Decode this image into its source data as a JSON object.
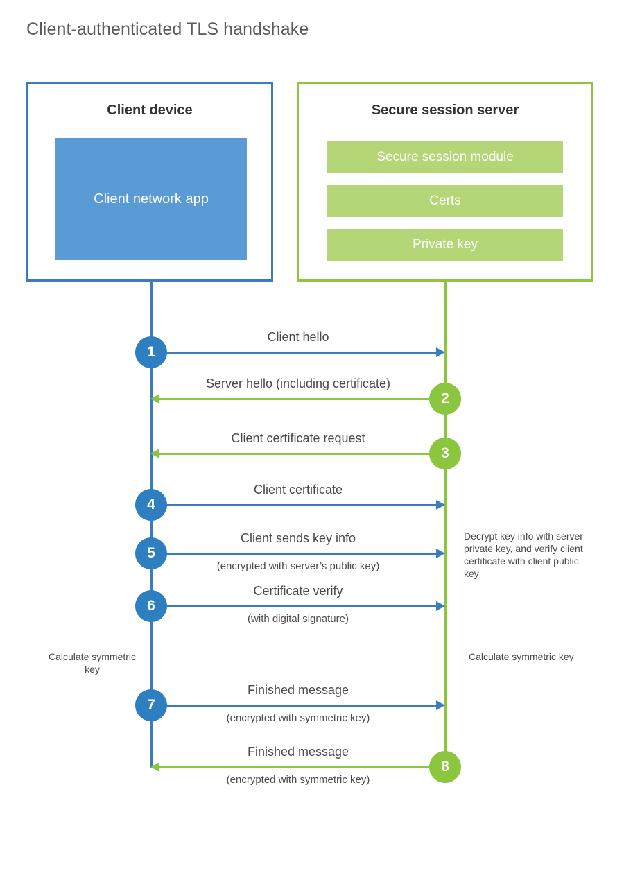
{
  "page": {
    "title": "Client-authenticated TLS handshake",
    "colors": {
      "client_border": "#3a7cbe",
      "client_fill": "#5b9bd5",
      "client_circle": "#2e7fc0",
      "server_border": "#8cc63e",
      "server_fill": "#b5d677",
      "server_circle": "#8cc63e",
      "text": "#4a4a4a"
    }
  },
  "client": {
    "title": "Client device",
    "app_label": "Client network app"
  },
  "server": {
    "title": "Secure session server",
    "bars": [
      {
        "label": "Secure session module"
      },
      {
        "label": "Certs"
      },
      {
        "label": "Private key"
      }
    ]
  },
  "messages": [
    {
      "number": "1",
      "label": "Client hello",
      "sublabel": "",
      "direction": "right",
      "side": "client"
    },
    {
      "number": "2",
      "label": "Server hello (including certificate)",
      "sublabel": "",
      "direction": "left",
      "side": "server"
    },
    {
      "number": "3",
      "label": "Client certificate request",
      "sublabel": "",
      "direction": "left",
      "side": "server"
    },
    {
      "number": "4",
      "label": "Client certificate",
      "sublabel": "",
      "direction": "right",
      "side": "client"
    },
    {
      "number": "5",
      "label": "Client sends key info",
      "sublabel": "(encrypted with server’s public key)",
      "direction": "right",
      "side": "client"
    },
    {
      "number": "6",
      "label": "Certificate verify",
      "sublabel": "(with digital signature)",
      "direction": "right",
      "side": "client"
    },
    {
      "number": "7",
      "label": "Finished message",
      "sublabel": "(encrypted with symmetric key)",
      "direction": "right",
      "side": "client"
    },
    {
      "number": "8",
      "label": "Finished message",
      "sublabel": "(encrypted with symmetric key)",
      "direction": "left",
      "side": "server"
    }
  ],
  "notes": {
    "decrypt": "Decrypt key info with server private key, and verify client certificate with client public key",
    "calculate_client": "Calculate symmetric key",
    "calculate_server": "Calculate symmetric key"
  }
}
